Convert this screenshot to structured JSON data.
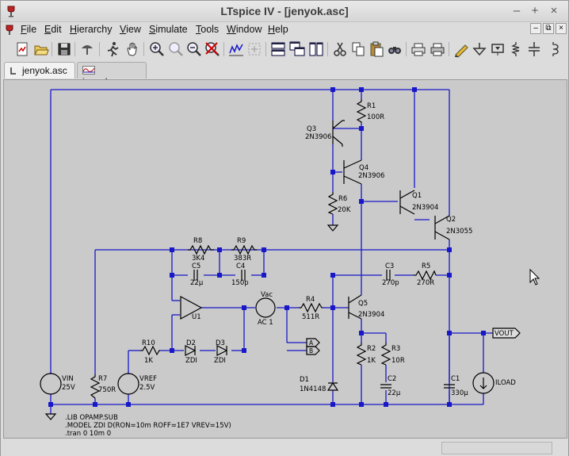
{
  "window": {
    "title": "LTspice IV - [jenyok.asc]",
    "controls": [
      "–",
      "+",
      "×"
    ]
  },
  "menubar": {
    "items": [
      {
        "key": "F",
        "rest": "ile"
      },
      {
        "key": "E",
        "rest": "dit"
      },
      {
        "key": "H",
        "rest": "ierarchy"
      },
      {
        "key": "V",
        "rest": "iew"
      },
      {
        "key": "S",
        "rest": "imulate"
      },
      {
        "key": "T",
        "rest": "ools"
      },
      {
        "key": "W",
        "rest": "indow"
      },
      {
        "key": "H",
        "rest": "elp"
      }
    ],
    "mdi_controls": [
      "–",
      "⧉",
      "×"
    ]
  },
  "toolbar": {
    "icons": [
      "new-schematic-icon",
      "open-icon",
      "save-icon",
      "control-panel-icon",
      "run-icon",
      "pan-icon",
      "zoom-in-icon",
      "zoom-area-icon",
      "zoom-out-icon",
      "zoom-cancel-icon",
      "autorange-icon",
      "fit-icon",
      "tile-horizontal-icon",
      "cascade-icon",
      "tile-vertical-icon",
      "cut-icon",
      "copy-icon",
      "paste-icon",
      "find-icon",
      "print-preview-icon",
      "print-icon",
      "draw-wire-icon",
      "ground-icon",
      "label-net-icon",
      "resistor-icon",
      "capacitor-icon",
      "inductor-icon"
    ]
  },
  "tabs": [
    {
      "label": "jenyok.asc",
      "active": true
    },
    {
      "label": "jenyok.raw",
      "active": false
    }
  ],
  "schematic": {
    "wire_color": "#1818c8",
    "labels": {
      "R1": "R1",
      "R1v": "100R",
      "Q3": "Q3",
      "Q3m": "2N3906",
      "Q4": "Q4",
      "Q4m": "2N3906",
      "R6": "R6",
      "R6v": "20K",
      "Q1": "Q1",
      "Q1m": "2N3904",
      "Q2": "Q2",
      "Q2m": "2N3055",
      "R8": "R8",
      "R8v": "3K4",
      "R9": "R9",
      "R9v": "383R",
      "C5": "C5",
      "C5v": "22µ",
      "C4": "C4",
      "C4v": "150p",
      "C3": "C3",
      "C3v": "270p",
      "R5": "R5",
      "R5v": "270R",
      "Vac": "Vac",
      "Vacv": "AC 1",
      "R4": "R4",
      "R4v": "511R",
      "Q5": "Q5",
      "Q5m": "2N3904",
      "U1": "U1",
      "A": "A",
      "B": "B",
      "R10": "R10",
      "R10v": "1K",
      "D2": "D2",
      "D2v": "ZDI",
      "D3": "D3",
      "D3v": "ZDI",
      "R2": "R2",
      "R2v": "1K",
      "R3": "R3",
      "R3v": "10R",
      "C2": "C2",
      "C2v": "22µ",
      "D1": "D1",
      "D1v": "1N4148",
      "VIN": "VIN",
      "VINv": "25V",
      "R7": "R7",
      "R7v": "750R",
      "VREF": "VREF",
      "VREFv": "2.5V",
      "C1": "C1",
      "C1v": "330µ",
      "VOUT": "VOUT",
      "ILOAD": "ILOAD"
    },
    "directives": [
      ".LIB OPAMP.SUB",
      ".MODEL ZDI D(RON=10m ROFF=1E7 VREV=15V)",
      ".tran 0 10m 0"
    ]
  }
}
